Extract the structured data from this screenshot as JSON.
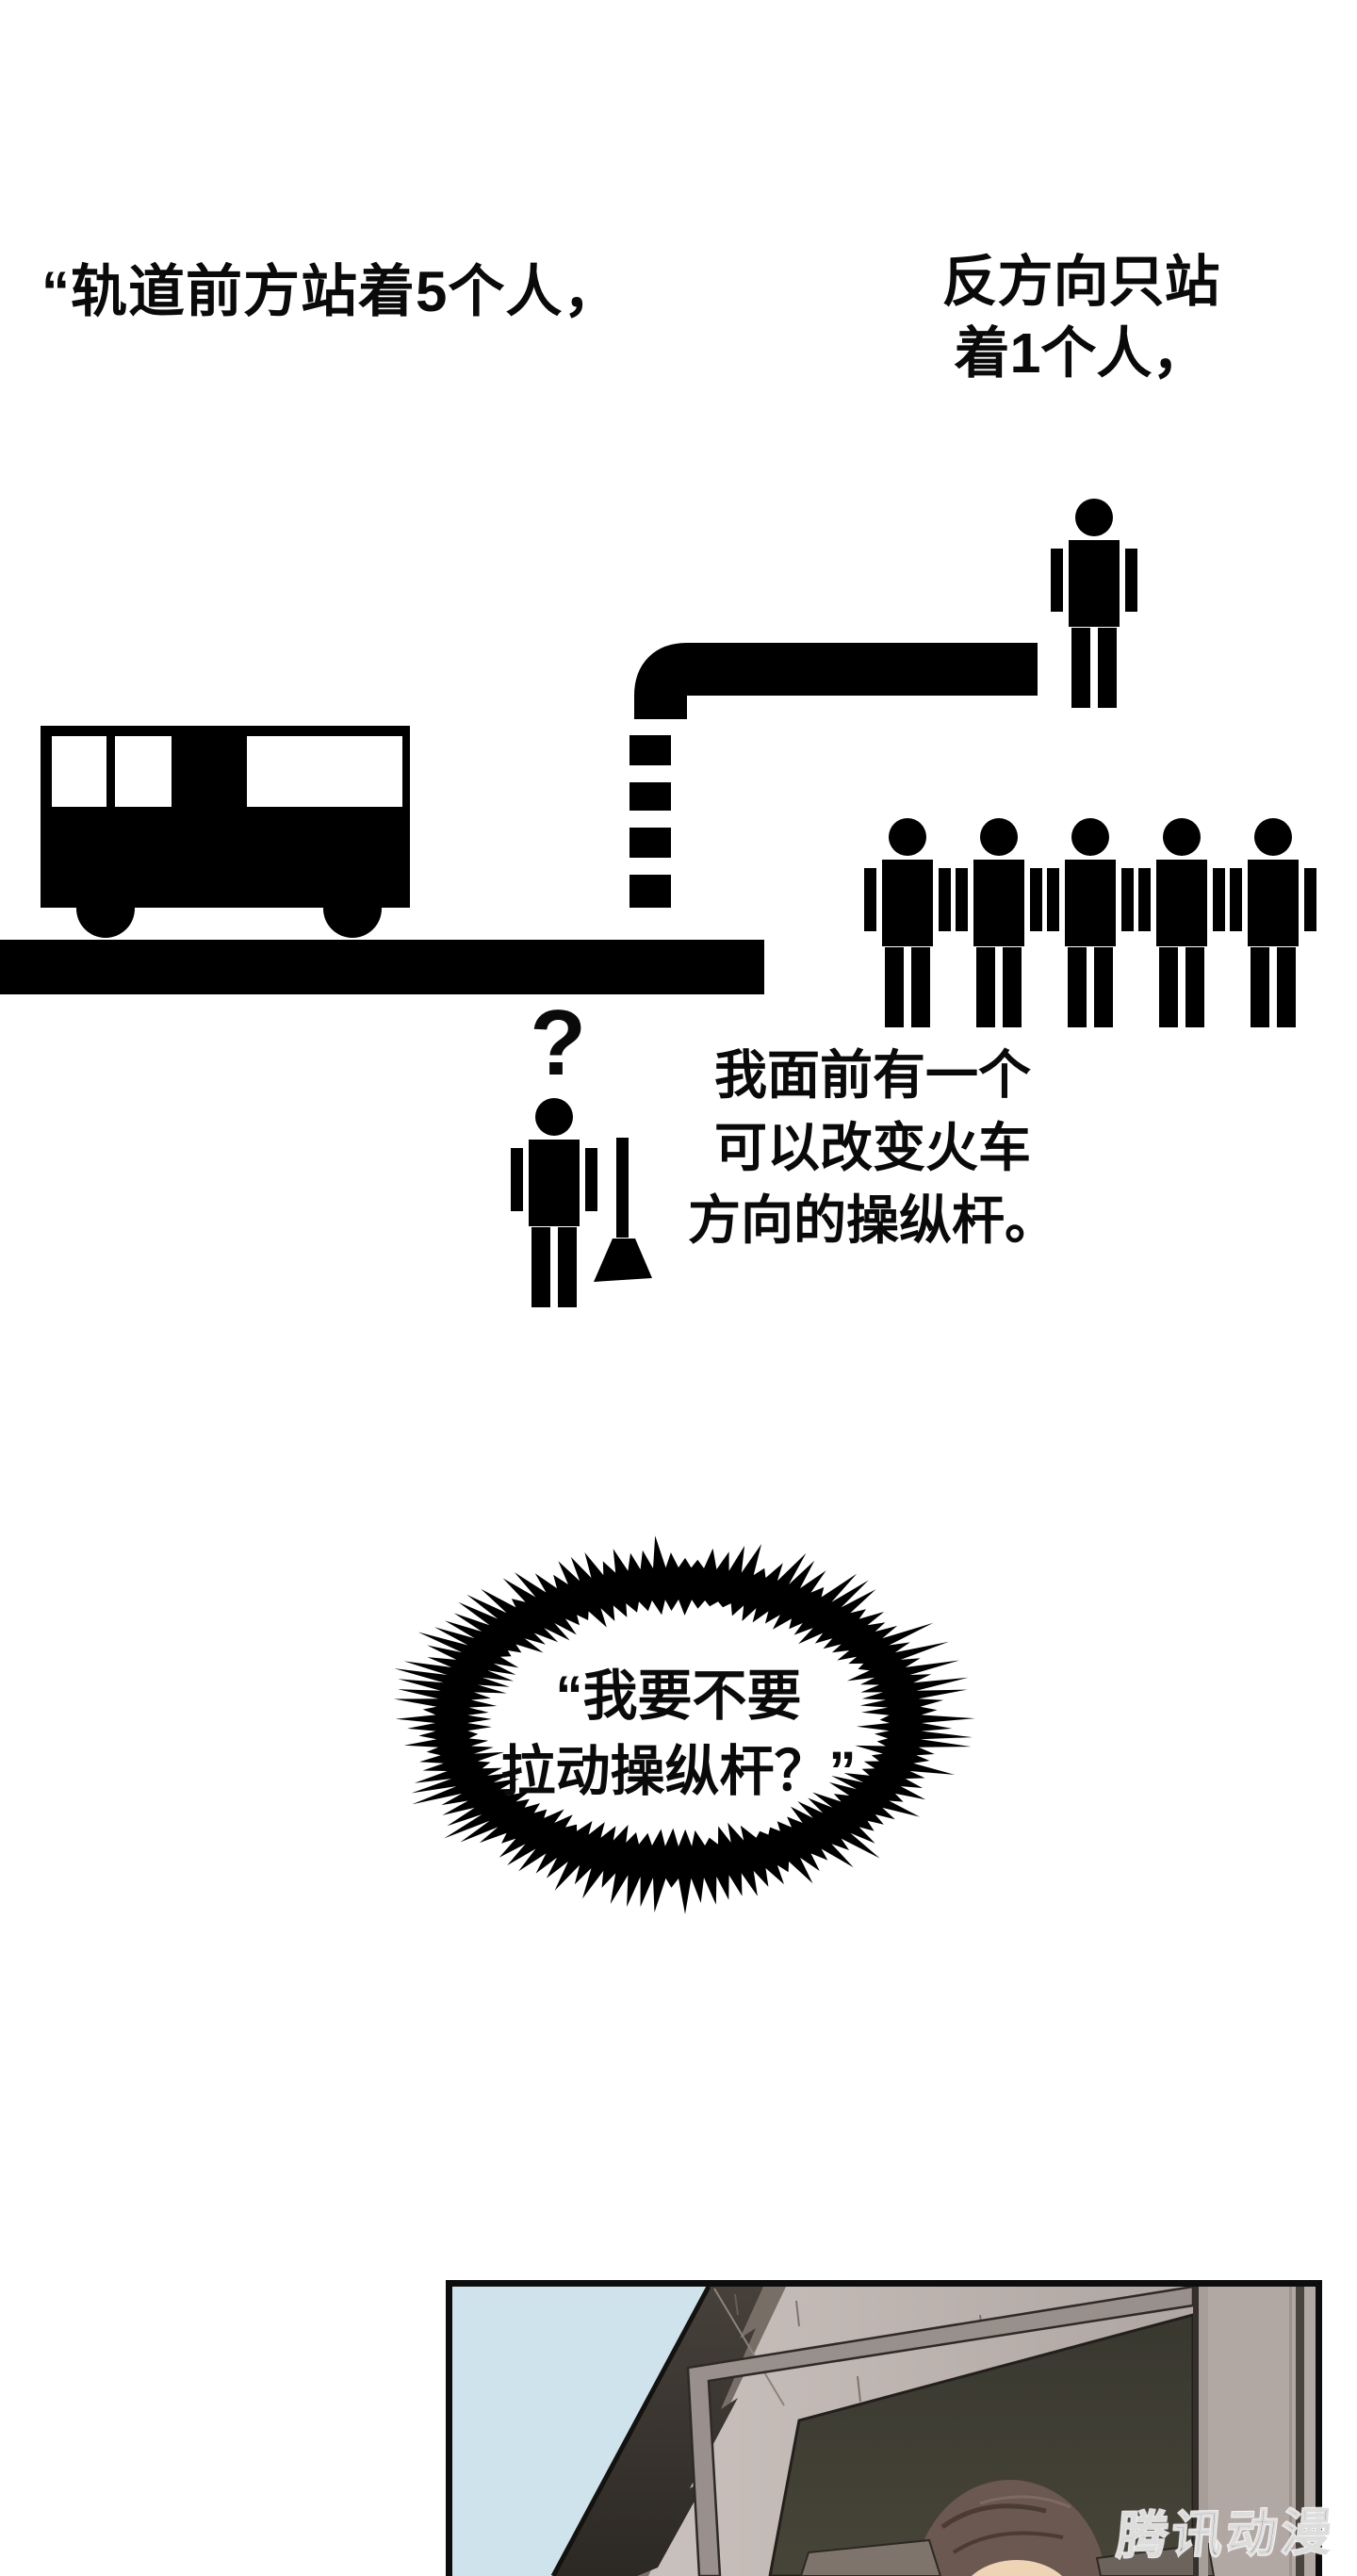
{
  "page": {
    "background": "#ffffff",
    "ink": "#000000"
  },
  "narration": {
    "top_left": "“轨道前方站着5个人，",
    "top_right_line1": "反方向只站",
    "top_right_line2": "着1个人，",
    "mid_line1": "我面前有一个",
    "mid_line2": "可以改变火车",
    "mid_line3": "方向的操纵杆。"
  },
  "scene": {
    "question_mark": "?",
    "main_track_people_count": 5,
    "branch_people_count": 1
  },
  "bubble": {
    "line1": "“我要不要",
    "line2": "拉动操纵杆？”"
  },
  "panel": {
    "watermark": "腾讯动漫",
    "colors": {
      "sky": "#cfe3ec",
      "wall_light": "#c9c0bc",
      "wall_dark": "#b1a8a4",
      "tarp": "#3a362f",
      "tarp_under": "#6a6058",
      "doorway": "#3b3a33",
      "door_frame": "#9a908b",
      "hair": "#6b5850",
      "skin": "#eed4b5",
      "shoulder_left": "#7e746c",
      "shoulder_right": "#6c635c",
      "watermark_ink": "#454341"
    }
  }
}
